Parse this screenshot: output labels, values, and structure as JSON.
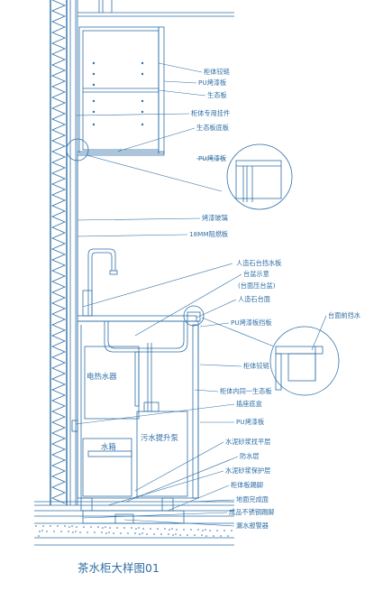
{
  "title": "茶水柜大样图01",
  "labels": {
    "hinge": "柜体铰链",
    "pu_paint_board": "PU烤漆板",
    "eco_board": "生态板",
    "hanger": "柜体专用挂件",
    "eco_base_board": "生态板底板",
    "pu_paint_board2": "PU烤漆板",
    "painted_glass": "烤漆玻璃",
    "mm18_board": "18MM阻燃板",
    "stone_backsplash": "人造石台挡水板",
    "basin_note": "台盆示意",
    "basin_note_sub": "(台面压台盆)",
    "stone_top": "人造石台面",
    "pu_front_board": "PU烤漆板挡板",
    "front_water_stop": "台面前挡水",
    "hinge2": "柜体铰链",
    "inner_eco": "柜体内同一生态板",
    "socket_box": "插座底盒",
    "pu_paint_board3": "PU烤漆板",
    "mortar_level": "水泥砂浆找平层",
    "waterproof": "防水层",
    "mortar_protect": "水泥砂浆保护层",
    "cabinet_foot": "柜体板踢脚",
    "floor_finish": "地面完成面",
    "ss_skirting": "成品不锈钢踢脚",
    "leak_alarm": "漏水报警器"
  },
  "inner_labels": {
    "water_heater": "电热水器",
    "sewage_pump": "污水提升泵",
    "water_tank": "水箱"
  }
}
